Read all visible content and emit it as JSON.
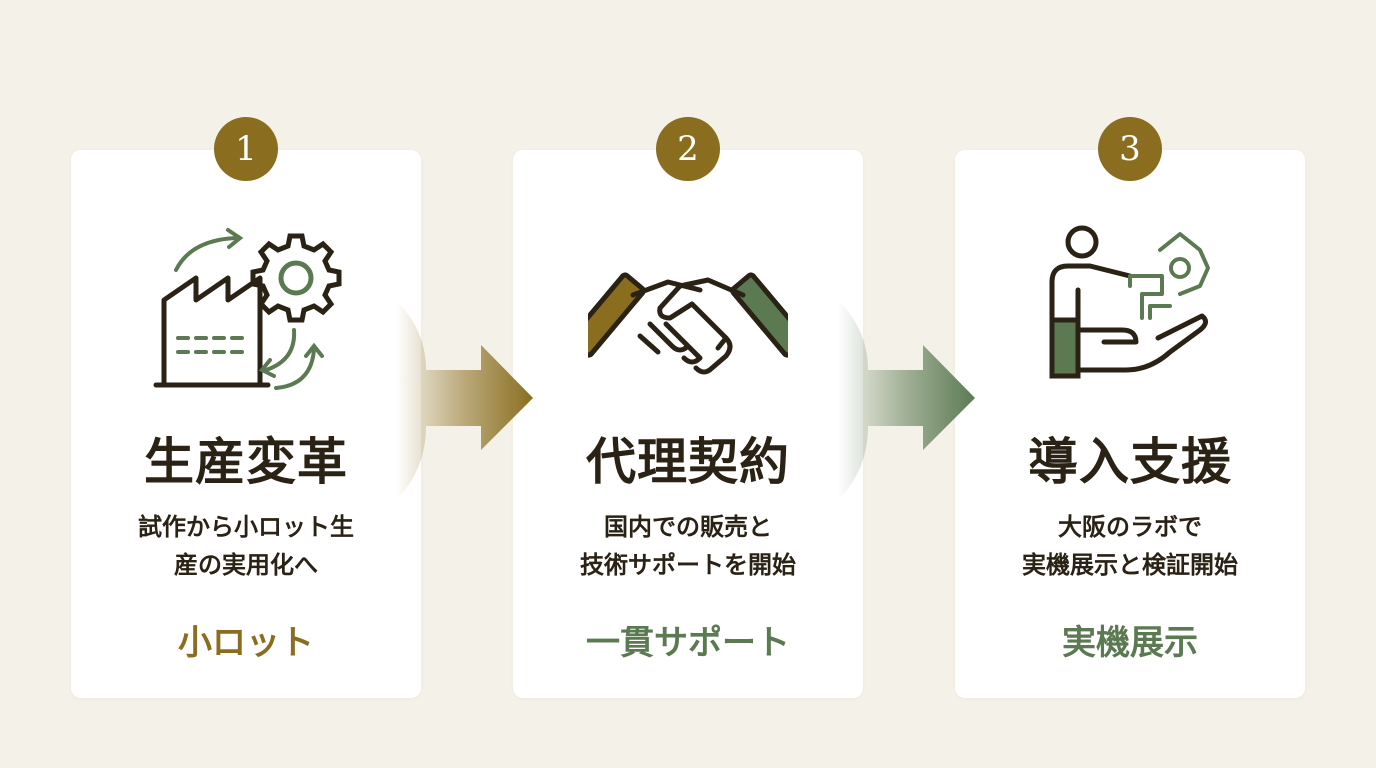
{
  "steps": [
    {
      "number": "1",
      "title": "生産変革",
      "desc_lines": [
        "試作から小ロット生",
        "産の実用化へ"
      ],
      "tag": "小ロット",
      "icon": "factory-gear-icon"
    },
    {
      "number": "2",
      "title": "代理契約",
      "desc_lines": [
        "国内での販売と",
        "技術サポートを開始"
      ],
      "tag": "一貫サポート",
      "icon": "handshake-icon"
    },
    {
      "number": "3",
      "title": "導入支援",
      "desc_lines": [
        "大阪のラボで",
        "実機展示と検証開始"
      ],
      "tag": "実機展示",
      "icon": "hand-support-demo-icon"
    }
  ],
  "colors": {
    "background": "#f4f1e8",
    "gold": "#8a6d1f",
    "green": "#5b7a52",
    "dark": "#2b2216"
  }
}
